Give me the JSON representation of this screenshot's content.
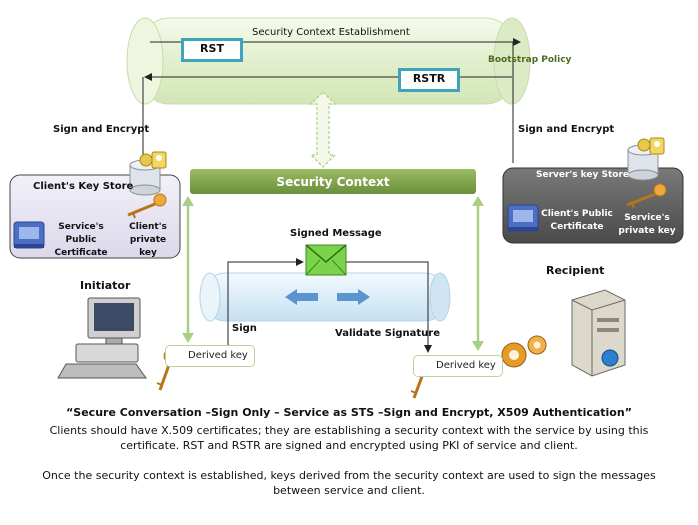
{
  "diagram": {
    "channel_title": "Security Context Establishment",
    "rst_label": "RST",
    "rstr_label": "RSTR",
    "bootstrap_policy": "Bootstrap Policy",
    "sign_encrypt_left": "Sign and Encrypt",
    "sign_encrypt_right": "Sign and Encrypt",
    "security_context": "Security Context",
    "client_store": {
      "title": "Client's Key Store",
      "service_cert": "Service's Public Certificate",
      "private_key": "Client's private key"
    },
    "server_store": {
      "title": "Server's key Store",
      "client_cert": "Client's Public Certificate",
      "private_key": "Service's private key"
    },
    "signed_message": "Signed Message",
    "sign": "Sign",
    "validate_signature": "Validate Signature",
    "initiator": "Initiator",
    "recipient": "Recipient",
    "derived_key_left": "Derived key",
    "derived_key_right": "Derived key"
  },
  "caption": {
    "title": "“Secure Conversation –Sign Only – Service as STS –Sign and Encrypt, X509 Authentication”",
    "line1": "Clients should have X.509 certificates; they are establishing a security context with the service by using this",
    "line2": "certificate. RST and RSTR are signed and encrypted using PKI of service and client.",
    "line3": "Once the security context is established, keys derived from the security context are used to sign the messages",
    "line4": "between service and client."
  },
  "colors": {
    "tube_green": "#e6f2d2",
    "context_bar": "#7fa24c",
    "box_border": "#3ea3bd",
    "arrow_green": "#a9cf86",
    "client_store_bg": "#e9e6f2",
    "server_store_bg": "#606060"
  }
}
